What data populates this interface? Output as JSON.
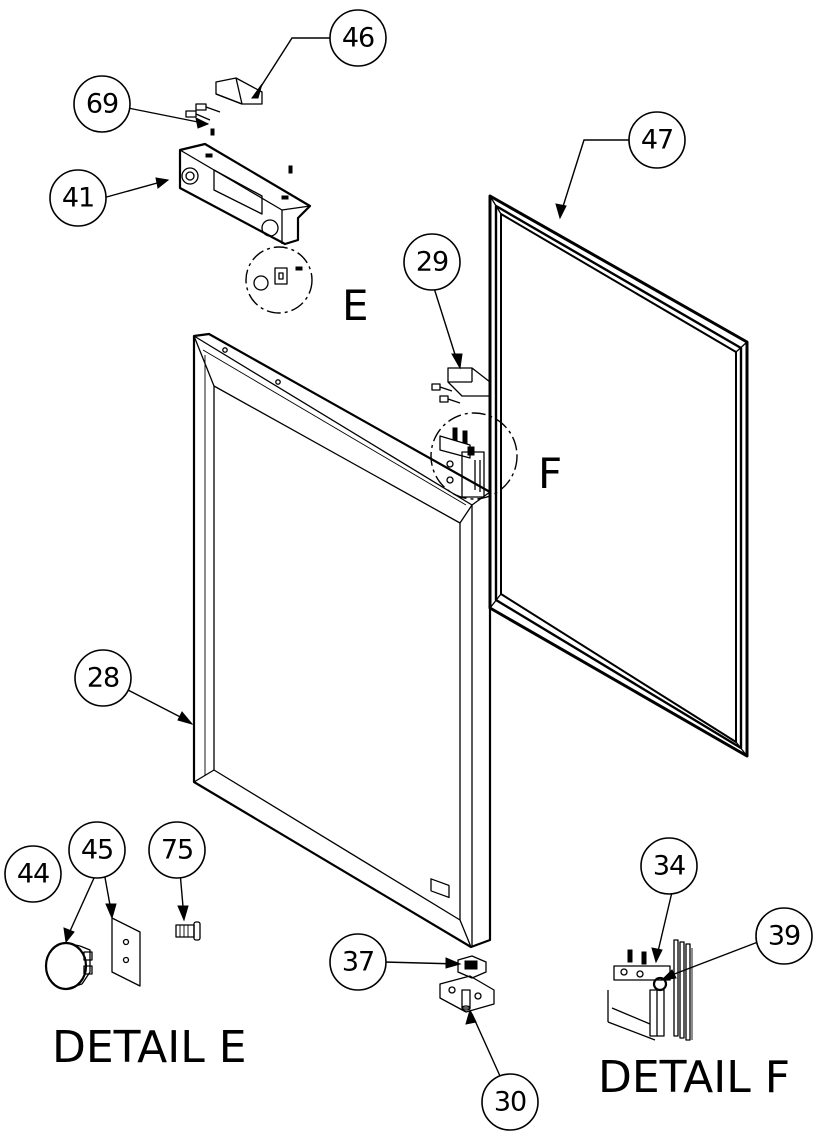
{
  "balloons": [
    {
      "id": "b46",
      "label": "46"
    },
    {
      "id": "b69",
      "label": "69"
    },
    {
      "id": "b41",
      "label": "41"
    },
    {
      "id": "b47",
      "label": "47"
    },
    {
      "id": "b29",
      "label": "29"
    },
    {
      "id": "b28",
      "label": "28"
    },
    {
      "id": "b44",
      "label": "44"
    },
    {
      "id": "b45",
      "label": "45"
    },
    {
      "id": "b75",
      "label": "75"
    },
    {
      "id": "b34",
      "label": "34"
    },
    {
      "id": "b39",
      "label": "39"
    },
    {
      "id": "b37",
      "label": "37"
    },
    {
      "id": "b30",
      "label": "30"
    }
  ],
  "detail_markers": {
    "e": "E",
    "f": "F"
  },
  "detail_titles": {
    "e": "DETAIL E",
    "f": "DETAIL F"
  }
}
